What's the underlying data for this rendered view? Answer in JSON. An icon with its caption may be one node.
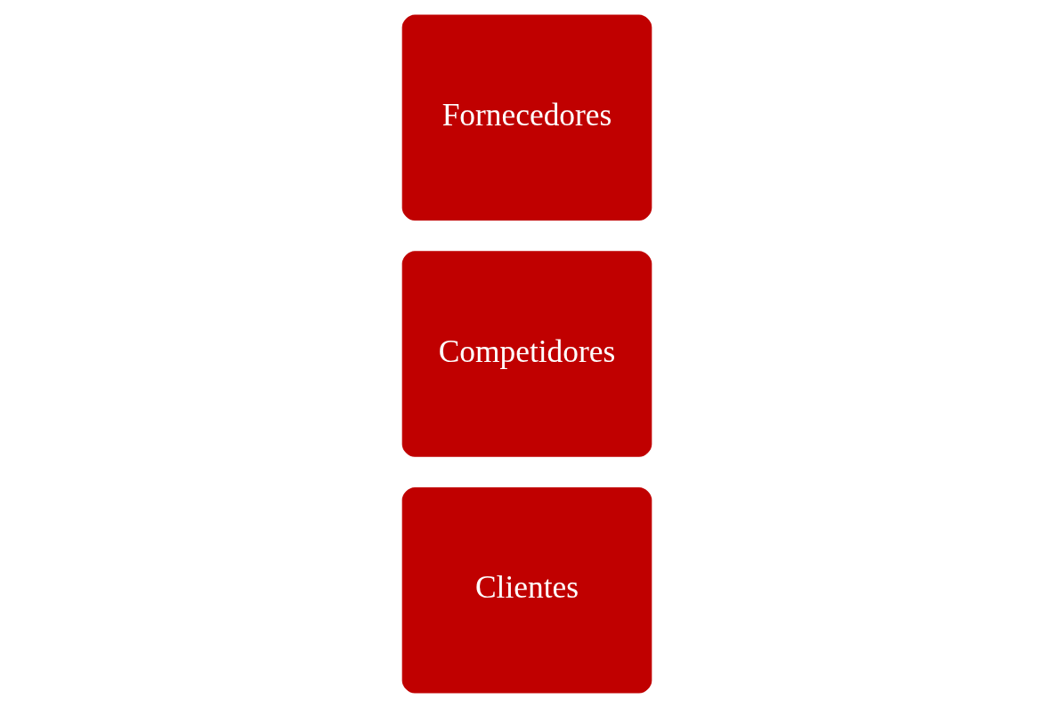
{
  "diagram": {
    "nodes": [
      {
        "text": [
          "Fornecedores"
        ]
      },
      {
        "text": [
          "Competidores"
        ]
      },
      {
        "text": [
          "Clientes"
        ]
      }
    ]
  }
}
